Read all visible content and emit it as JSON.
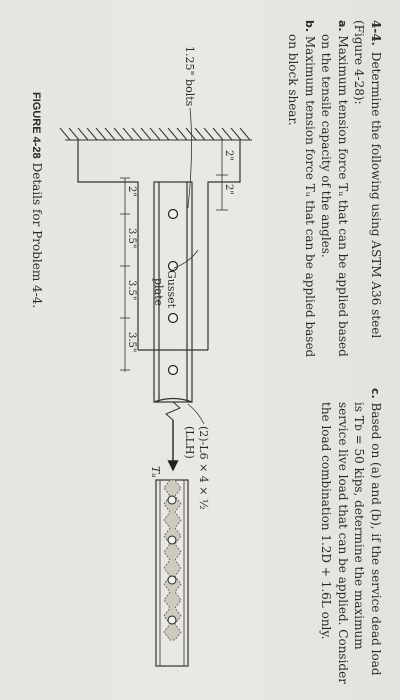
{
  "problem": {
    "number": "4-4.",
    "intro": "Determine the following using ASTM A36 steel (Figure 4-28):",
    "items": [
      {
        "letter": "a.",
        "text": "Maximum tension force Tᵤ that can be applied based on the tensile capacity of the angles."
      },
      {
        "letter": "b.",
        "text": "Maximum tension force Tᵤ that can be applied based on block shear."
      },
      {
        "letter": "c.",
        "text": "Based on (a) and (b), if the service dead load is Tᴅ = 50 kips, determine the maximum service live load that can be applied. Consider the load combination 1.2D + 1.6L only."
      }
    ]
  },
  "figure": {
    "bolts_label": "1.25\" bolts",
    "gusset_label": "Gusset",
    "gusset_label2": "plate",
    "angles_label": "(2)-L6 × 4 × ½",
    "angles_label2": "(LLH)",
    "force_label": "Tᵤ",
    "top_dims": [
      "2\"",
      "2\""
    ],
    "bottom_dims": [
      "2\"",
      "3.5\"",
      "3.5\"",
      "3.5\""
    ],
    "caption_tag": "FIGURE 4-28",
    "caption_text": "Details for Problem 4-4."
  }
}
